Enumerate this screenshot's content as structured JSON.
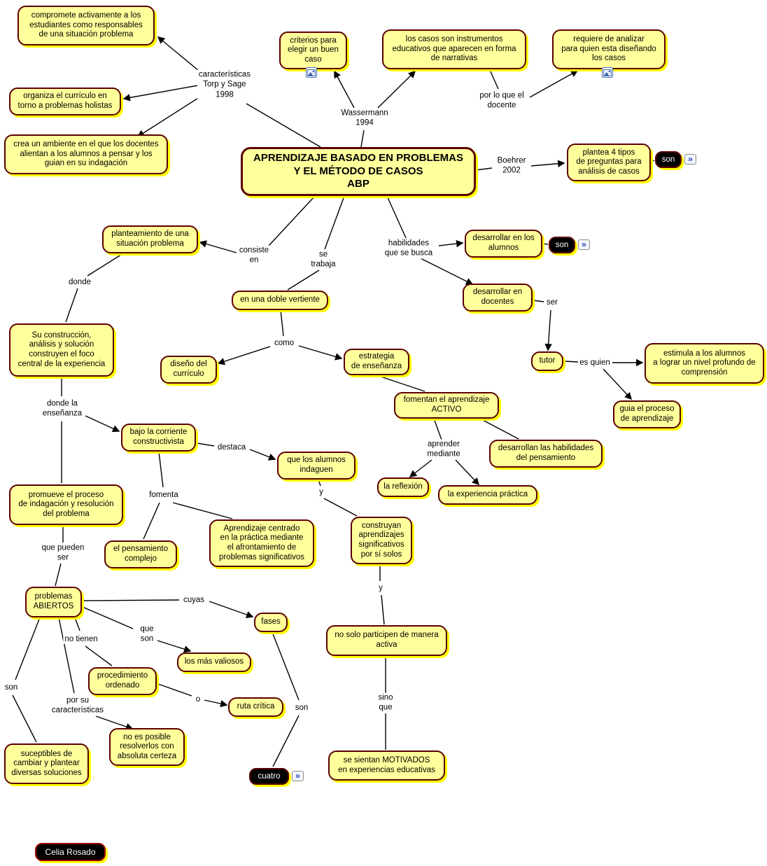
{
  "concepts": {
    "compromete": "compromete activamente a los\nestudiantes como responsables\nde una situación problema",
    "criterios": "criterios para\nelegir un buen\ncaso",
    "casos": "los casos son instrumentos\neducativos que aparecen en forma\nde narrativas",
    "requiere": "requiere de analizar\npara quien esta diseñando\nlos casos",
    "organiza": "organiza el currículo en\ntorno a problemas holistas",
    "crea": "crea un ambiente en el que los docentes\nalientan a los alumnos a pensar y los\nguian en su indagación",
    "main": "APRENDIZAJE BASADO EN PROBLEMAS\nY EL MÉTODO DE CASOS\nABP",
    "plantea": "plantea 4 tipos\nde preguntas para\nanálisis de casos",
    "planteamiento": "planteamiento de una\nsituación problema",
    "des_alumnos": "desarrollar en los\nalumnos",
    "des_docentes": "desarrollar en\ndocentes",
    "doble": "en una doble vertiente",
    "su_construccion": "Su construcción,\nanálisis y solución\nconstruyen el foco\ncentral de la experiencia",
    "diseno": "diseño del\ncurrículo",
    "estrategia": "estrategia\nde enseñanza",
    "tutor": "tutor",
    "estimula": "estimula a los alumnos\na lograr un nivel profundo de\ncomprensión",
    "fomentan": "fomentan el aprendizaje\nACTIVO",
    "guia": "guia el proceso\nde aprendizaje",
    "bajo": "bajo la corriente\nconstructivista",
    "desarrollan": "desarrollan las habilidades\ndel pensamiento",
    "indaguen": "que los alumnos\nindaguen",
    "reflexion": "la reflexión",
    "exp_practica": "la experiencia práctica",
    "promueve": "promueve el proceso\nde indagación y resolución\ndel problema",
    "apr_centrado": "Aprendizaje centrado\nen la práctica mediante\nel afrontamiento de\nproblemas significativos",
    "pens_complejo": "el pensamiento\ncomplejo",
    "construyan": "construyan\naprendizajes\nsignificativos\npor sí solos",
    "abiertos": "problemas\nABIERTOS",
    "fases": "fases",
    "no_solo": "no solo participen de manera\nactiva",
    "valiosos": "los más valiosos",
    "procedimiento": "procedimiento\nordenado",
    "ruta": "ruta crítica",
    "no_posible": "no es posible\nresolverlos con\nabsoluta certeza",
    "suceptibles": "suceptibles de\ncambiar y plantear\ndiversas soluciones",
    "motivados": "se sientan MOTIVADOS\nen experiencias educativas"
  },
  "black_nodes": {
    "son1": "son",
    "son2": "son",
    "cuatro": "cuatro",
    "author": "Celia Rosado"
  },
  "labels": {
    "caracteristicas": "características\nTorp y Sage\n1998",
    "wassermann": "Wassermann\n1994",
    "por_lo_que": "por lo que el\ndocente",
    "boehrer": "Boehrer\n2002",
    "consiste": "consiste\nen",
    "se_trabaja": "se\ntrabaja",
    "habilidades": "habilidades\nque se busca",
    "ser": "ser",
    "donde": "donde",
    "como": "como",
    "es_quien": "es quien",
    "donde_ens": "donde  la\nenseñanza",
    "destaca": "destaca",
    "aprender": "aprender\nmediante",
    "fomenta": "fomenta",
    "que_pueden": "que pueden\nser",
    "cuyas": "cuyas",
    "que_son": "que\nson",
    "no_tienen": "no tienen",
    "o_label": "o",
    "por_su": "por su\ncaracterísticas",
    "son_a": "son",
    "son_b": "son",
    "sino_que": "sino\nque",
    "y1": "y",
    "y2": "y"
  },
  "icons": {
    "expand": "»"
  },
  "colors": {
    "node_fill": "#ffff9c",
    "node_border": "#5a0000",
    "shadow": "#ffff00",
    "black_node_fill": "#000000"
  }
}
